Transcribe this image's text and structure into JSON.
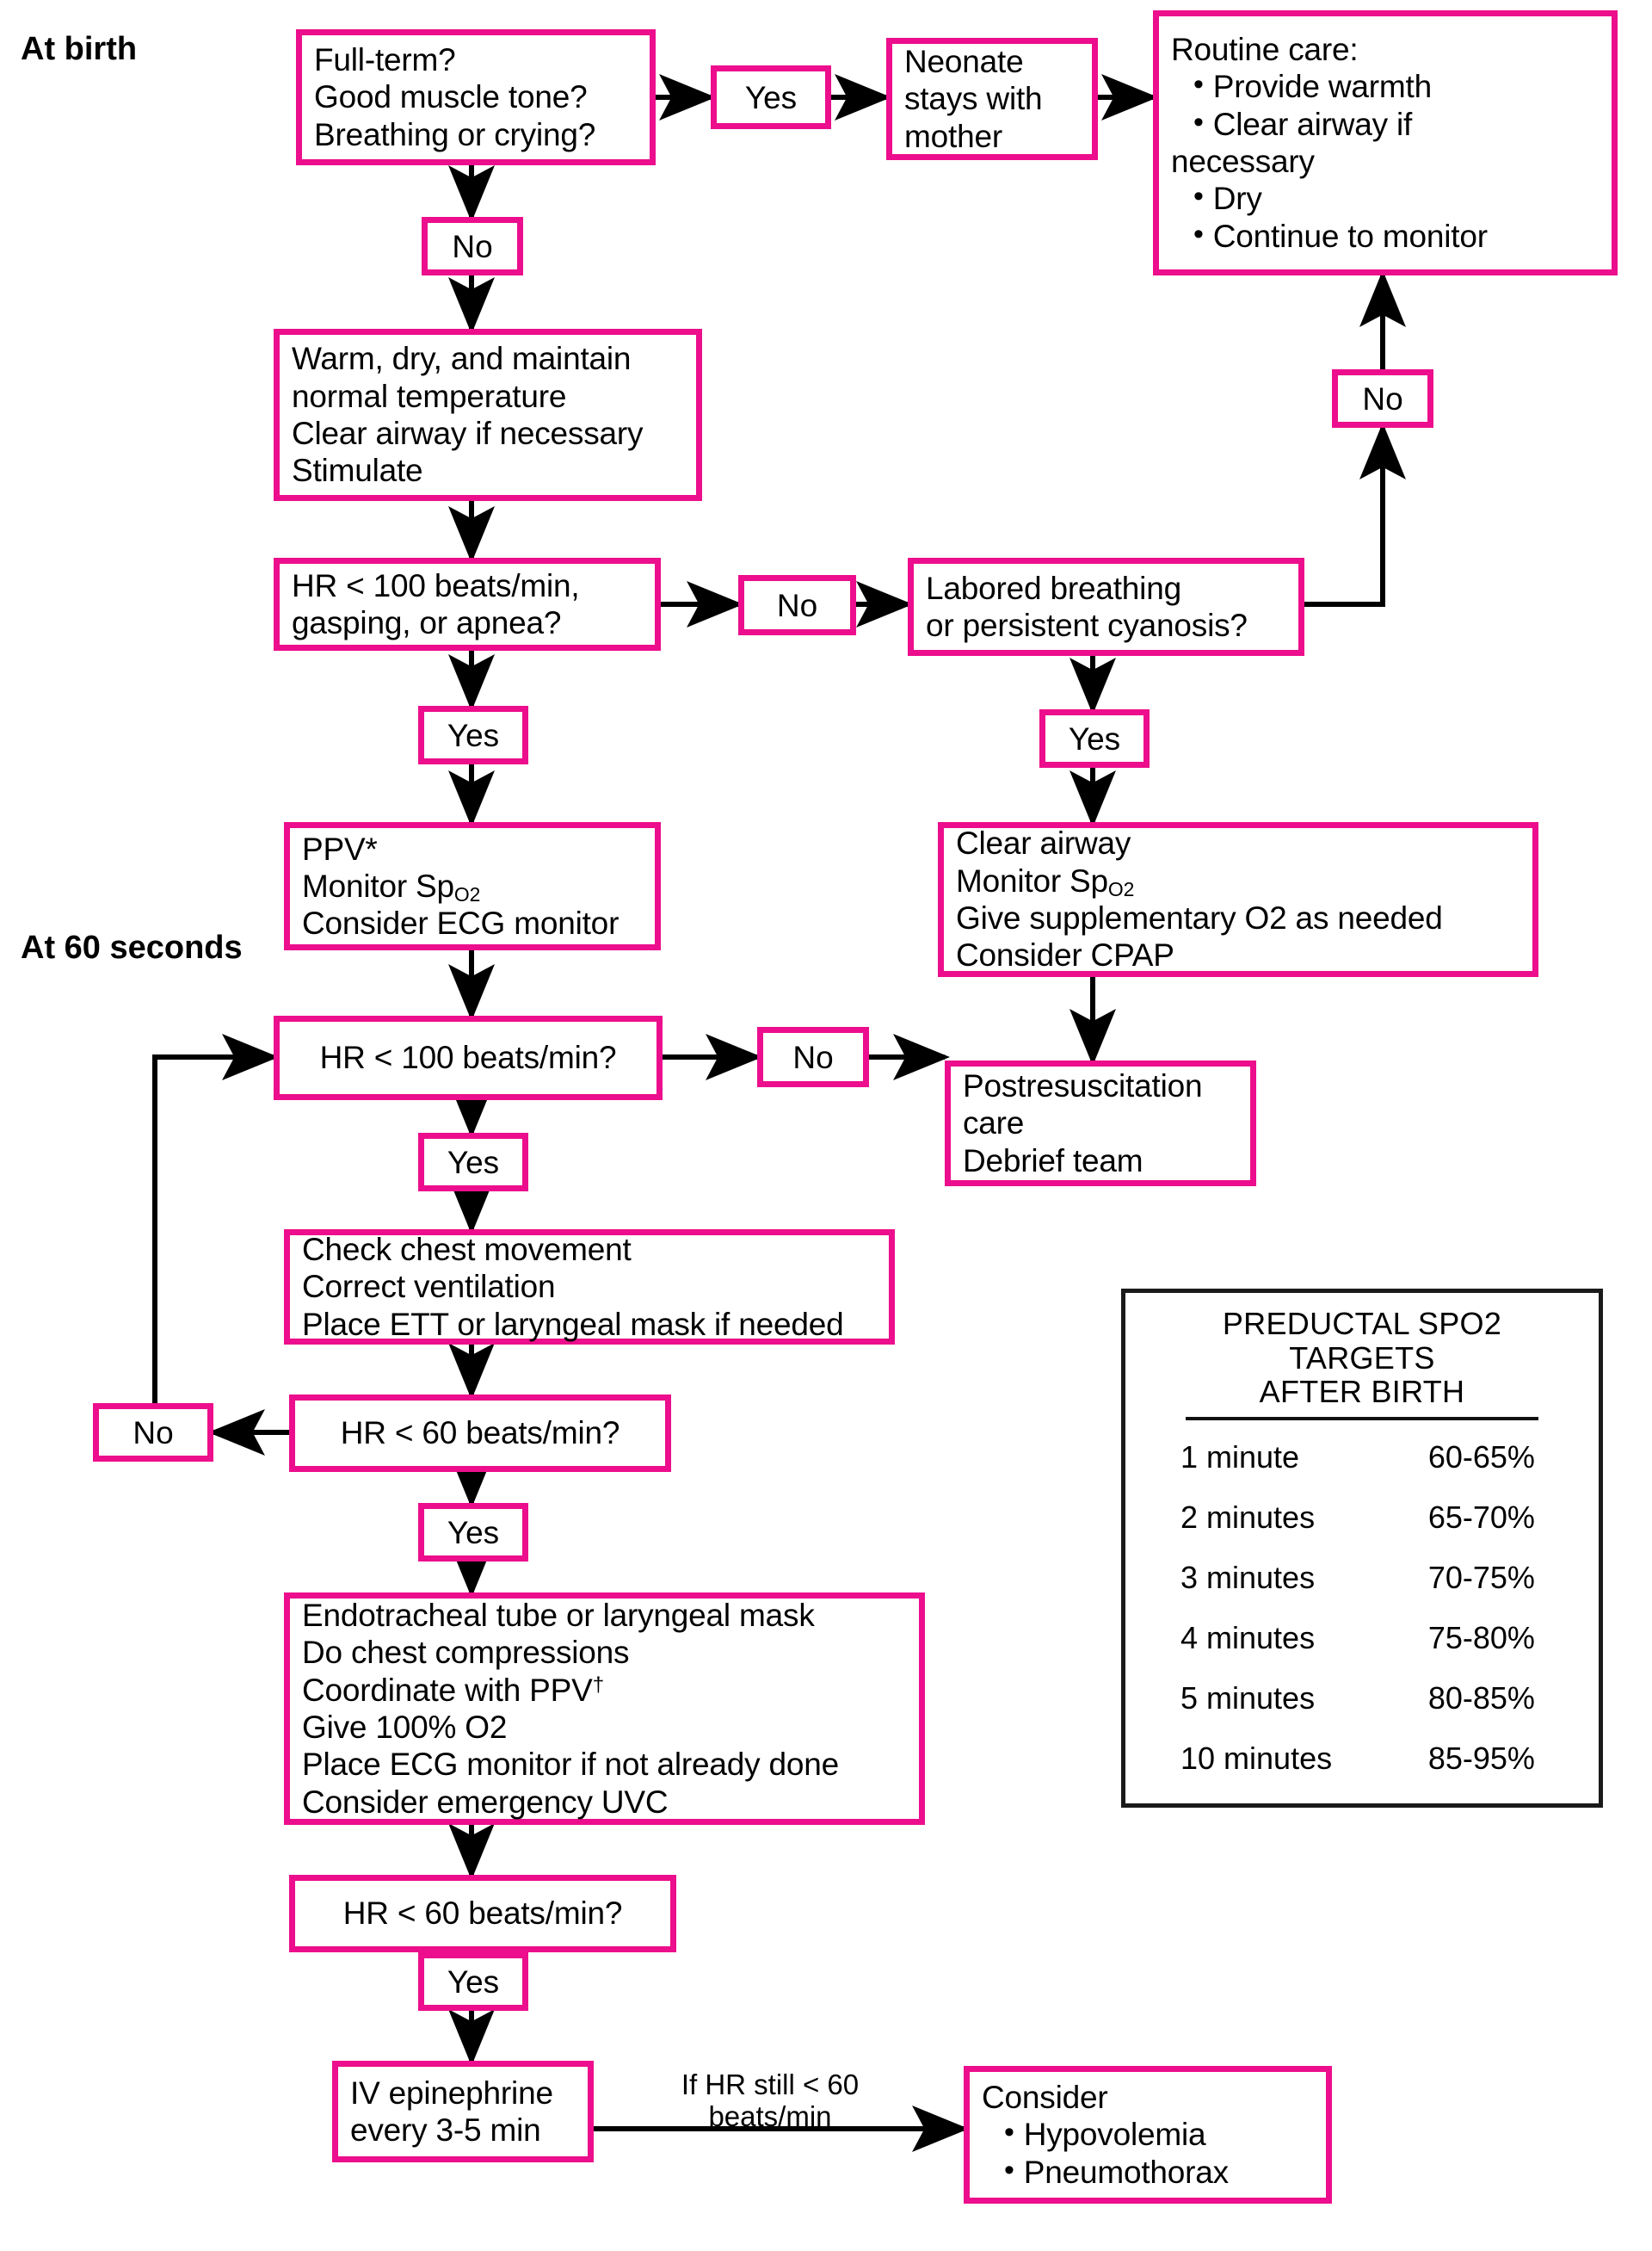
{
  "diagram": {
    "title": "Neonatal Resuscitation Algorithm",
    "accent_color": "#EC0E8C",
    "text_color": "#000000",
    "background": "#FFFFFF"
  },
  "stage_labels": {
    "at_birth": "At birth",
    "at_60_seconds": "At 60 seconds"
  },
  "decisions": {
    "yes": "Yes",
    "no": "No"
  },
  "nodes": {
    "initial_assessment": {
      "lines": [
        "Full-term?",
        "Good muscle tone?",
        "Breathing or crying?"
      ]
    },
    "neonate_stays": {
      "lines": [
        "Neonate",
        "stays with",
        "mother"
      ]
    },
    "routine_care": {
      "heading": "Routine care:",
      "bullets": [
        "Provide warmth",
        "Clear airway if",
        "Dry",
        "Continue to monitor"
      ],
      "bullet_continuation": "necessary"
    },
    "warm_dry": {
      "lines": [
        "Warm, dry, and maintain",
        "normal temperature",
        "Clear airway if necessary",
        "Stimulate"
      ]
    },
    "hr100_gasping": {
      "lines": [
        "HR < 100 beats/min,",
        "gasping, or apnea?"
      ]
    },
    "labored_breathing": {
      "lines": [
        "Labored breathing",
        "or persistent cyanosis?"
      ]
    },
    "ppv": {
      "line1": "PPV*",
      "line2_pre": "Monitor Sp",
      "line2_sub": "O2",
      "line3": "Consider ECG monitor"
    },
    "clear_airway": {
      "line1": "Clear airway",
      "line2_pre": "Monitor Sp",
      "line2_sub": "O2",
      "line3": "Give supplementary O2 as needed",
      "line4": "Consider CPAP"
    },
    "hr100": {
      "lines": [
        "HR < 100 beats/min?"
      ]
    },
    "postresuscitation": {
      "lines": [
        "Postresuscitation",
        "care",
        "Debrief team"
      ]
    },
    "check_chest": {
      "lines": [
        "Check chest movement",
        "Correct ventilation",
        "Place ETT or laryngeal mask if needed"
      ]
    },
    "hr60_first": {
      "lines": [
        "HR < 60 beats/min?"
      ]
    },
    "ett_compressions": {
      "line1": "Endotracheal tube or laryngeal mask",
      "line2": "Do chest compressions",
      "line3_pre": "Coordinate with PPV",
      "line3_sup": "†",
      "line4": "Give 100% O2",
      "line5": "Place ECG monitor if not already done",
      "line6": "Consider emergency UVC"
    },
    "hr60_second": {
      "lines": [
        "HR < 60 beats/min?"
      ]
    },
    "iv_epinephrine": {
      "lines": [
        "IV epinephrine",
        "every 3-5 min"
      ]
    },
    "consider": {
      "heading": "Consider",
      "bullets": [
        "Hypovolemia",
        "Pneumothorax"
      ]
    }
  },
  "edge_labels": {
    "if_hr_still_60": [
      "If HR still < 60",
      "beats/min"
    ]
  },
  "spo2_table": {
    "title_line1": "PREDUCTAL SPO2 TARGETS",
    "title_line2": "AFTER BIRTH",
    "rows": [
      {
        "time": "1 minute",
        "target": "60-65%"
      },
      {
        "time": "2 minutes",
        "target": "65-70%"
      },
      {
        "time": "3 minutes",
        "target": "70-75%"
      },
      {
        "time": "4 minutes",
        "target": "75-80%"
      },
      {
        "time": "5 minutes",
        "target": "80-85%"
      },
      {
        "time": "10 minutes",
        "target": "85-95%"
      }
    ]
  }
}
